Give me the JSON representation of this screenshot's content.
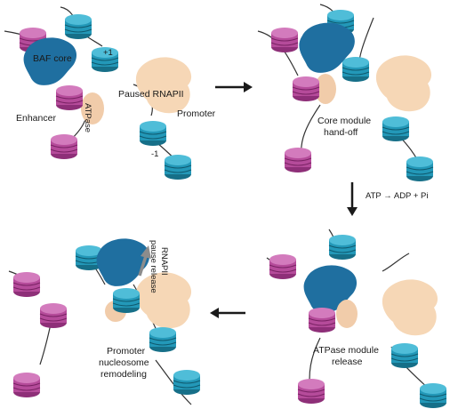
{
  "panels": {
    "p1": {
      "baf_core": "BAF  core",
      "atpase": "ATPase",
      "enhancer": "Enhancer",
      "paused_rnapii": "Paused RNAPII",
      "promoter": "Promoter",
      "plus_one": "+1",
      "minus_one": "-1"
    },
    "p2": {
      "core_module_line1": "Core module",
      "core_module_line2": "hand-off"
    },
    "p3": {
      "atpase_module_line1": "ATPase module",
      "atpase_module_line2": "release"
    },
    "p4": {
      "promoter_line1": "Promoter",
      "promoter_line2": "nucleosome",
      "promoter_line3": "remodeling",
      "rnapii_line1": "RNAPII",
      "rnapii_line2": "pause release"
    }
  },
  "arrows": {
    "atp_reaction": "ATP → ADP + Pi"
  },
  "colors": {
    "magenta_nucleosome": "#b54b9a",
    "cyan_nucleosome": "#2398b8",
    "baf_core": "#1f6fa0",
    "atpase": "#f1ccaa",
    "rnapii": "#f6d7b6",
    "dna": "#333333",
    "arrow": "#1a1a1a",
    "grey_arrow": "#8c8c8c"
  }
}
